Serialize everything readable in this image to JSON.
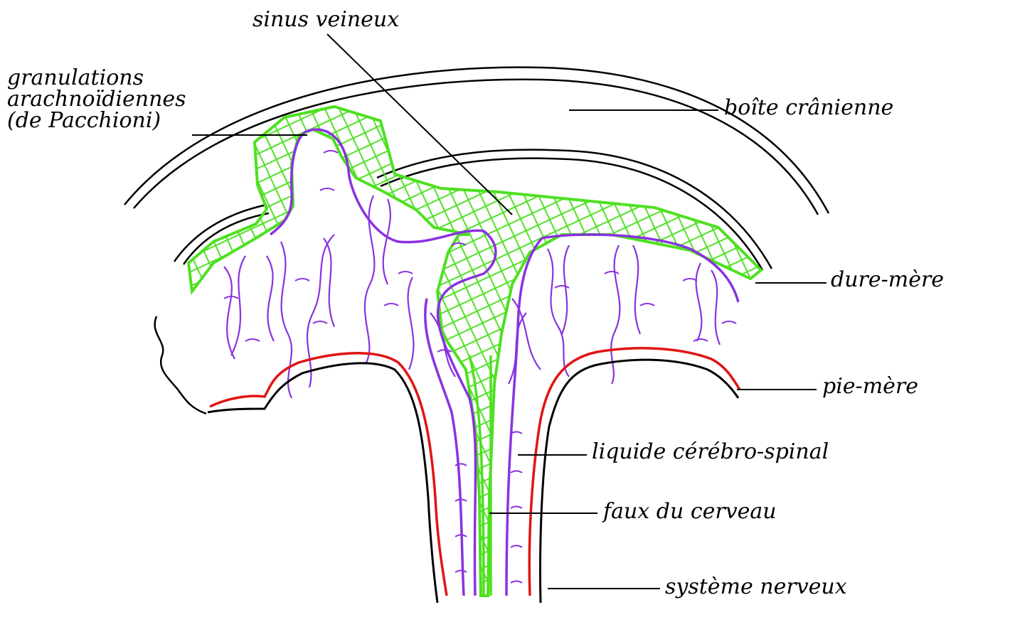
{
  "labels": {
    "sinus": "sinus veineux",
    "granulations": [
      "granulations",
      "arachnoïdiennes",
      "(de Pacchioni)"
    ],
    "boite": "boîte crânienne",
    "dure_mere": "dure-mère",
    "pie_mere": "pie-mère",
    "liquide": "liquide cérébro-spinal",
    "faux": "faux du cerveau",
    "systeme": "système nerveux"
  },
  "colors": {
    "ink": "#000000",
    "dura": "#4ee021",
    "arachnoid": "#8a32e0",
    "pia": "#e01414"
  }
}
